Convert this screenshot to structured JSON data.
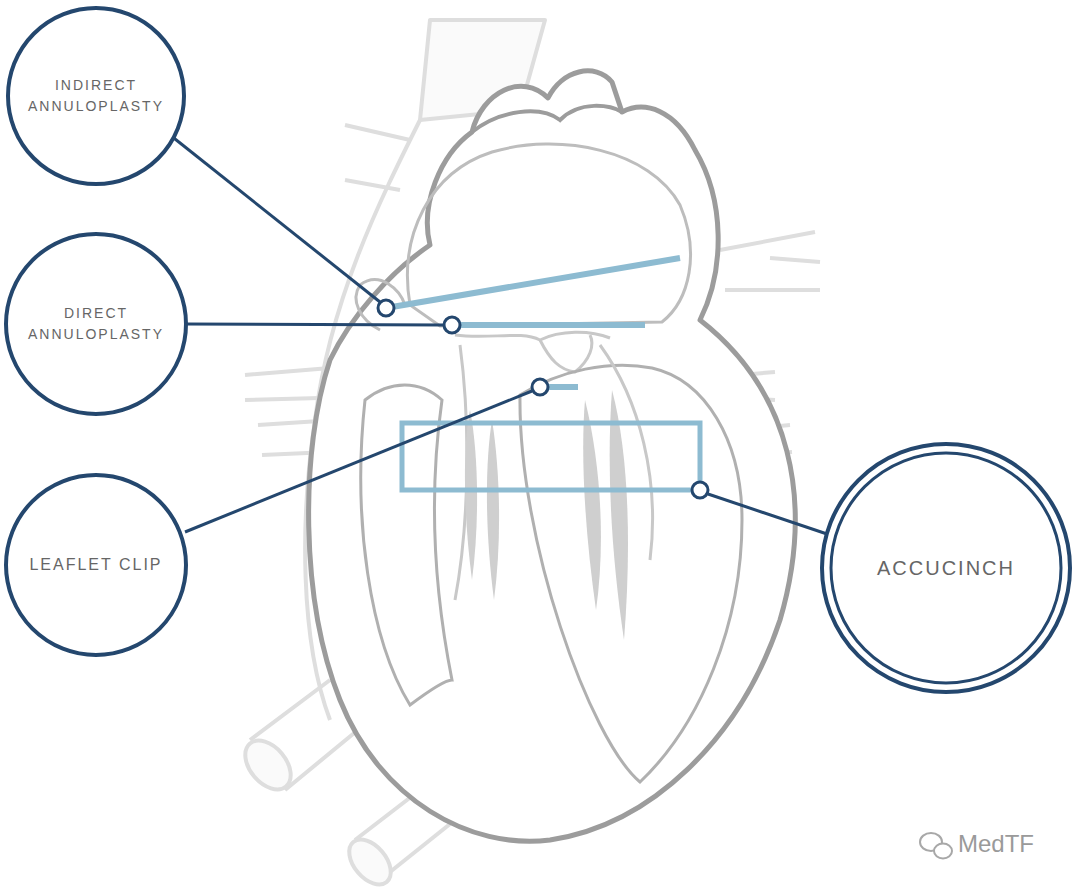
{
  "diagram": {
    "nodes": [
      {
        "text": [
          "INDIRECT ANNULOPLASTY"
        ]
      },
      {
        "text": [
          "DIRECT ANNULOPLASTY"
        ]
      },
      {
        "text": [
          "LEAFLET CLIP"
        ]
      },
      {
        "text": [
          "ACCUCINCH"
        ]
      }
    ],
    "labels": [
      "MedTF"
    ]
  }
}
